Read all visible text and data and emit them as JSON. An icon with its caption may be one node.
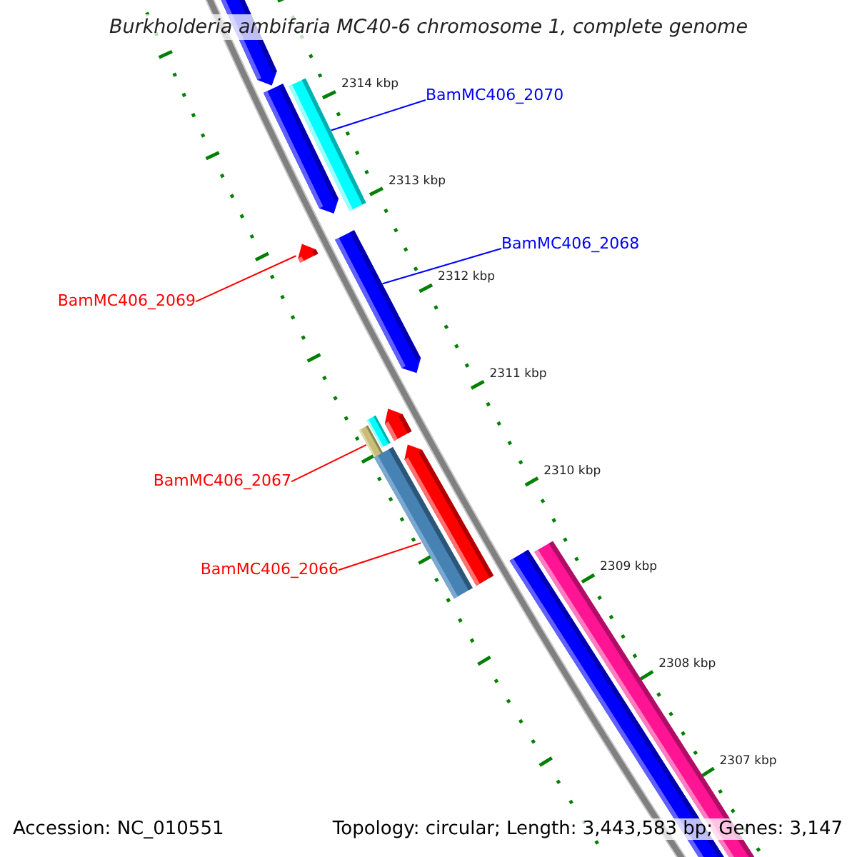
{
  "diagram": {
    "title": "Burkholderia ambifaria MC40-6 chromosome 1, complete genome",
    "nodes": [
      {
        "text": [
          "BamMC406_2070"
        ]
      },
      {
        "text": [
          "BamMC406_2068"
        ]
      },
      {
        "text": [
          "BamMC406_2069"
        ]
      },
      {
        "text": [
          "BamMC406_2067"
        ]
      },
      {
        "text": [
          "BamMC406_2066"
        ]
      },
      {
        "text": [],
        "shape": "bar"
      },
      {
        "text": [],
        "shape": "bar"
      },
      {
        "text": [],
        "shape": "bar"
      },
      {
        "text": [],
        "shape": "bar"
      },
      {
        "text": [],
        "shape": "bar"
      }
    ],
    "edges": [
      {
        "from": 0,
        "to": 5,
        "arrow": "none",
        "color": "#0000ff"
      },
      {
        "from": 1,
        "to": 6,
        "arrow": "none",
        "color": "#0000ff"
      },
      {
        "from": 2,
        "to": 7,
        "arrow": "none"
      },
      {
        "from": 3,
        "to": 8,
        "arrow": "none"
      },
      {
        "from": 4,
        "to": 9,
        "arrow": "none"
      }
    ],
    "labels": [
      "2314 kbp",
      "2313 kbp",
      "2312 kbp",
      "2311 kbp",
      "2310 kbp",
      "2309 kbp",
      "2308 kbp",
      "2307 kbp",
      "Accession: NC_010551",
      "Topology: circular; Length: 3,443,583 bp; Genes: 3,147"
    ]
  }
}
